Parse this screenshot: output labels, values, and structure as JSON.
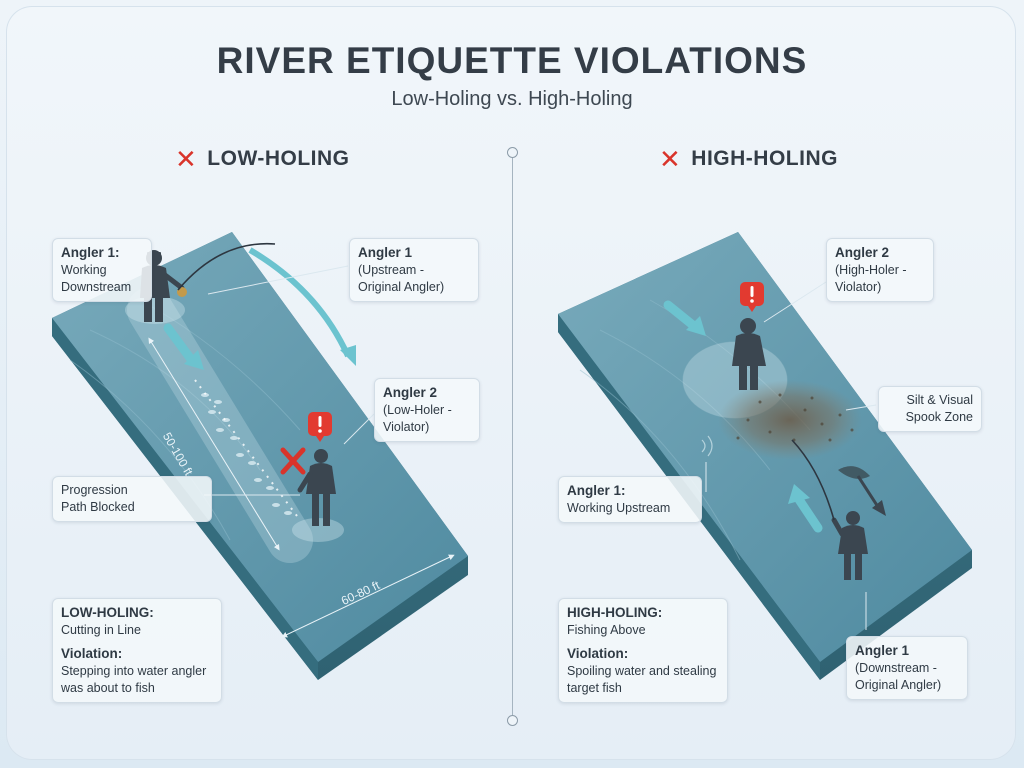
{
  "title": "RIVER ETIQUETTE VIOLATIONS",
  "subtitle": "Low-Holing vs. High-Holing",
  "colors": {
    "accent_red": "#d9342b",
    "water_top": "#5f97ab",
    "water_side": "#3f7788",
    "arrow": "#6cc3cf"
  },
  "low_holing": {
    "heading": "LOW-HOLING",
    "heading_icon": "x-icon",
    "angler1_left": {
      "name": "Angler 1:",
      "role": "Working Downstream"
    },
    "angler1_right": {
      "name": "Angler 1",
      "role": "(Upstream - Original Angler)"
    },
    "angler2": {
      "name": "Angler 2",
      "role": "(Low-Holer - Violator)"
    },
    "progression": {
      "line1": "Progression",
      "line2": "Path Blocked"
    },
    "dim_length": "50-100 ft",
    "dim_width": "60-80 ft",
    "summary": {
      "title": "LOW-HOLING:",
      "desc": "Cutting in Line",
      "violation_label": "Violation:",
      "violation_text": "Stepping into water angler was about to fish"
    }
  },
  "high_holing": {
    "heading": "HIGH-HOLING",
    "heading_icon": "x-icon",
    "angler2": {
      "name": "Angler 2",
      "role": "(High-Holer - Violator)"
    },
    "silt": {
      "line1": "Silt & Visual",
      "line2": "Spook Zone"
    },
    "angler1_working": {
      "name": "Angler 1:",
      "role": "Working Upstream"
    },
    "angler1_down": {
      "name": "Angler 1",
      "role": "(Downstream - Original Angler)"
    },
    "summary": {
      "title": "HIGH-HOLING:",
      "desc": "Fishing Above",
      "violation_label": "Violation:",
      "violation_text": "Spoiling water and stealing target fish"
    }
  }
}
